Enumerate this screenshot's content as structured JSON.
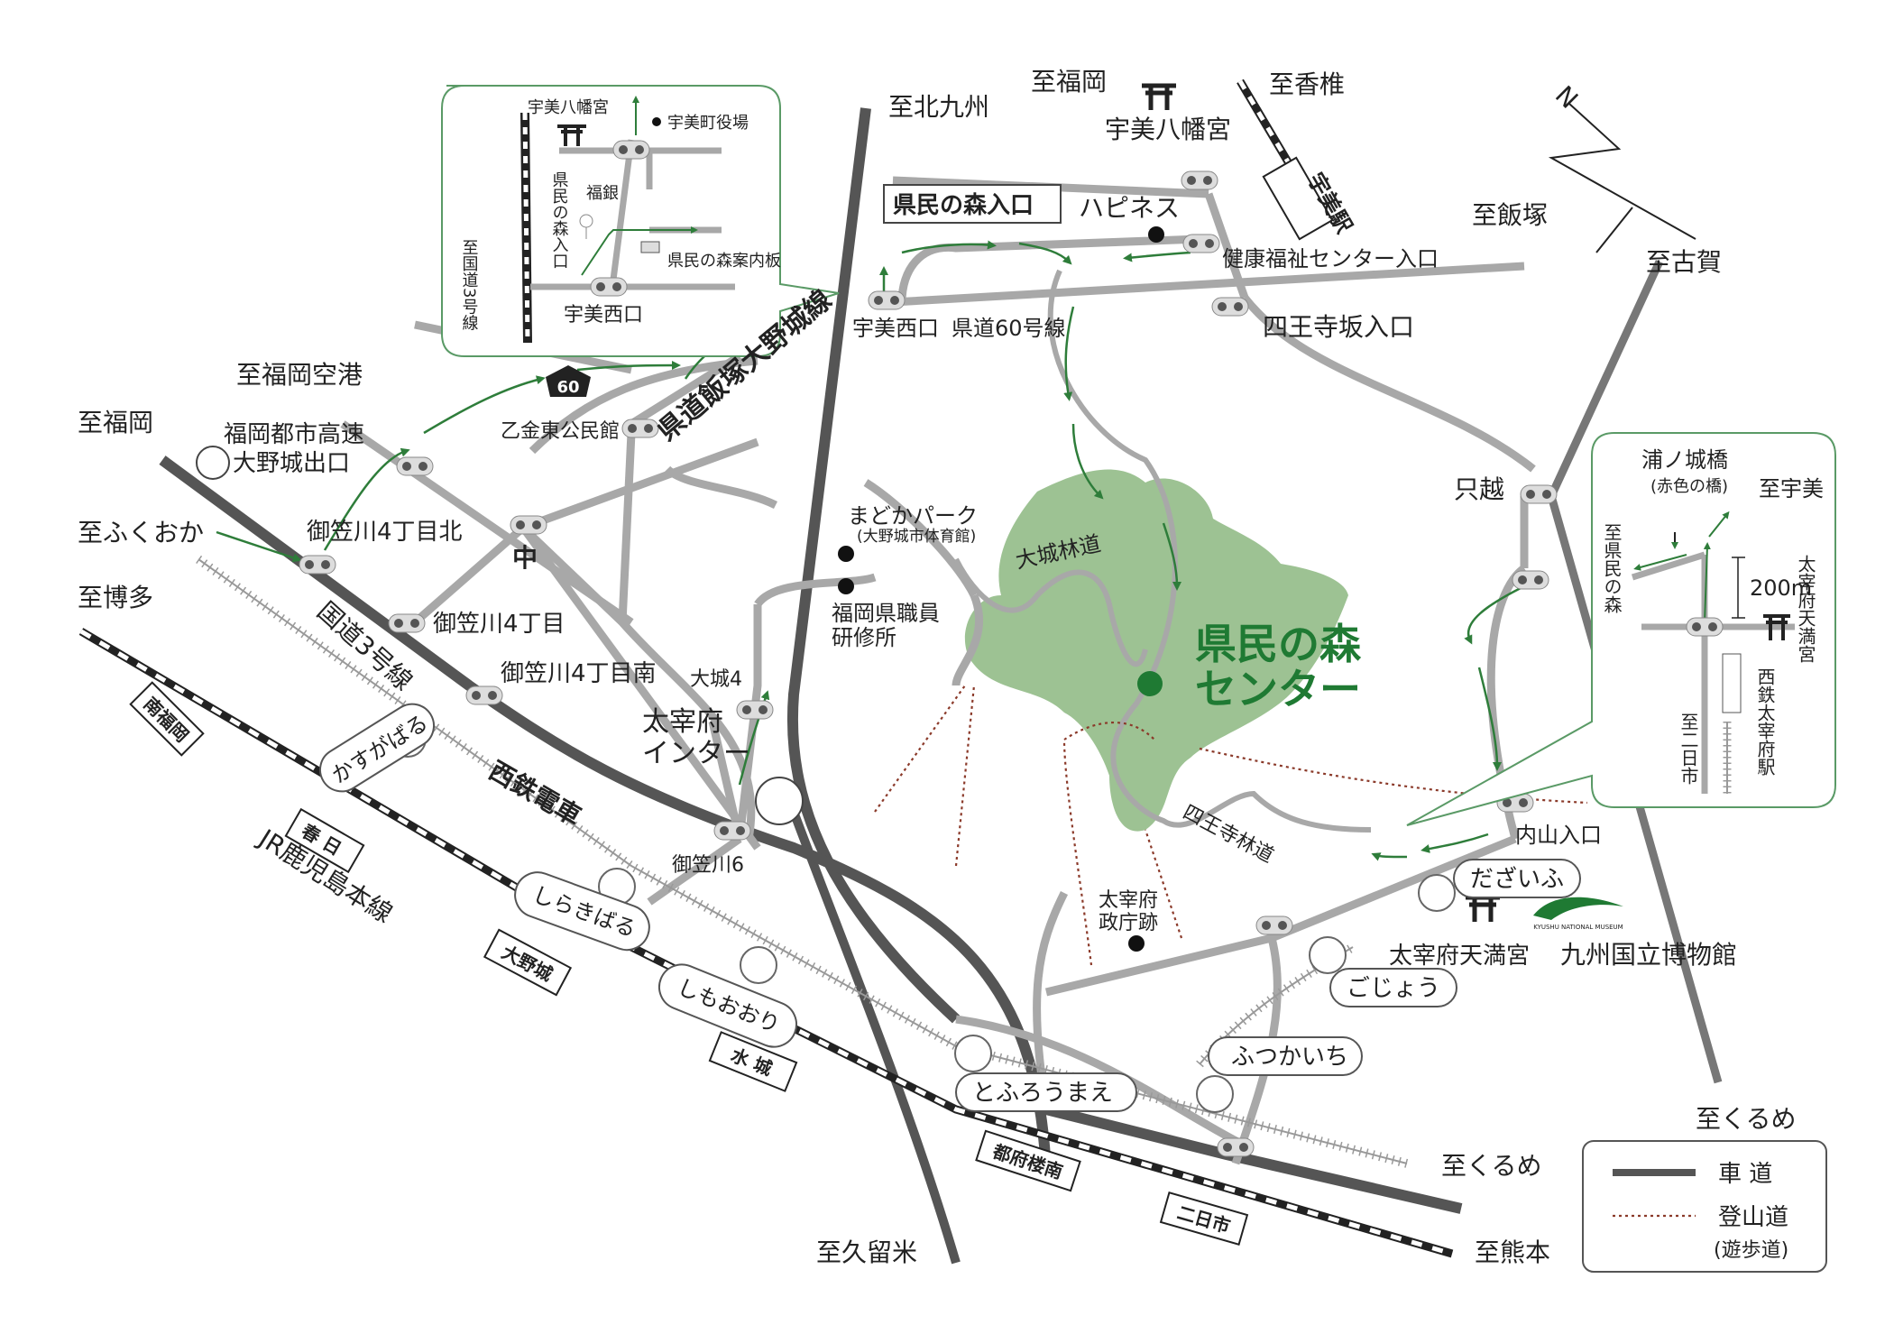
{
  "colors": {
    "forest": "#9dc293",
    "center": "#1f7a33",
    "road_dark": "#555555",
    "road_light": "#a8a8a8",
    "trail": "#8b3a2a",
    "arrow": "#2e7d3a",
    "inset_border": "#5a9a66"
  },
  "center": {
    "label_line1": "県民の森",
    "label_line2": "センター"
  },
  "directions": {
    "kitakyushu": "至北九州",
    "fukuoka_top": "至福岡",
    "kashii": "至香椎",
    "iizuka": "至飯塚",
    "koga": "至古賀",
    "fukuoka_airport": "至福岡空港",
    "fukuoka_left": "至福岡",
    "fukuoka_hira": "至ふくおか",
    "hakata": "至博多",
    "kurume_right": "至くるめ",
    "kurume_bottom": "至くるめ",
    "kurume_kanji": "至久留米",
    "kumamoto": "至熊本",
    "umi_inset": "至宇美",
    "kenmin_inset": "至県民の森",
    "futsukaichi_inset": "至二日市"
  },
  "places": {
    "umi_hachimangu": "宇美八幡宮",
    "umi_station": "宇美駅",
    "kenmin_entrance": "県民の森入口",
    "happiness": "ハピネス",
    "health_center": "健康福祉センター入口",
    "shiouji_entrance": "四王寺坂入口",
    "umi_nishiguchi": "宇美西口",
    "prefroad60": "県道60号線",
    "tadagoe": "只越",
    "madoka_park": "まどかパーク",
    "madoka_park_sub": "(大野城市体育館)",
    "training_center_1": "福岡県職員",
    "training_center_2": "研修所",
    "oki_rindo": "大城林道",
    "otogane": "乙金東公民館",
    "iizuka_line": "県道飯塚大野城線",
    "route60": "60",
    "expressway_exit_1": "福岡都市高速",
    "expressway_exit_2": "大野城出口",
    "mikasa4n": "御笠川4丁目北",
    "naka": "中",
    "mikasa4": "御笠川4丁目",
    "mikasa4s": "御笠川4丁目南",
    "route3": "国道3号線",
    "daijo4": "大城4",
    "dazaifu_ic_1": "太宰府",
    "dazaifu_ic_2": "インター",
    "mikasa6": "御笠川6",
    "nishitetsu": "西鉄電車",
    "jr_line": "JR鹿児島本線",
    "shiouji_rindo": "四王寺林道",
    "seichoato_1": "太宰府",
    "seichoato_2": "政庁跡",
    "uchiyama": "内山入口",
    "tenmangu": "太宰府天満宮",
    "museum": "九州国立博物館",
    "museum_logo": "KYUSHU NATIONAL MUSEUM"
  },
  "stations": {
    "kasugabaru": "かすがばる",
    "shirakibaru": "しらきばる",
    "shimoori": "しもおおり",
    "tofuromae": "とふろうまえ",
    "futsukaichi": "ふつかいち",
    "gojo": "ごじょう",
    "dazaifu": "だざいふ",
    "minamifukuoka": "南福岡",
    "kasuga": "春 日",
    "onojo": "大野城",
    "mizuki": "水 城",
    "tofurominami": "都府楼南",
    "futsukaichi_jr": "二日市"
  },
  "inset_top": {
    "hachimangu": "宇美八幡宮",
    "town_office": "宇美町役場",
    "bank": "福銀",
    "entrance_vertical": "県民の森入口",
    "info_board": "県民の森案内板",
    "route3_vertical": "至国道3号線",
    "nishiguchi": "宇美西口"
  },
  "inset_right": {
    "bridge": "浦ノ城橋",
    "bridge_sub": "(赤色の橋)",
    "tenmangu_vertical": "太宰府天満宮",
    "distance": "200m",
    "station_vertical": "西鉄太宰府駅"
  },
  "legend": {
    "road": "車 道",
    "trail": "登山道",
    "trail_sub": "(遊歩道)"
  },
  "compass": "N"
}
